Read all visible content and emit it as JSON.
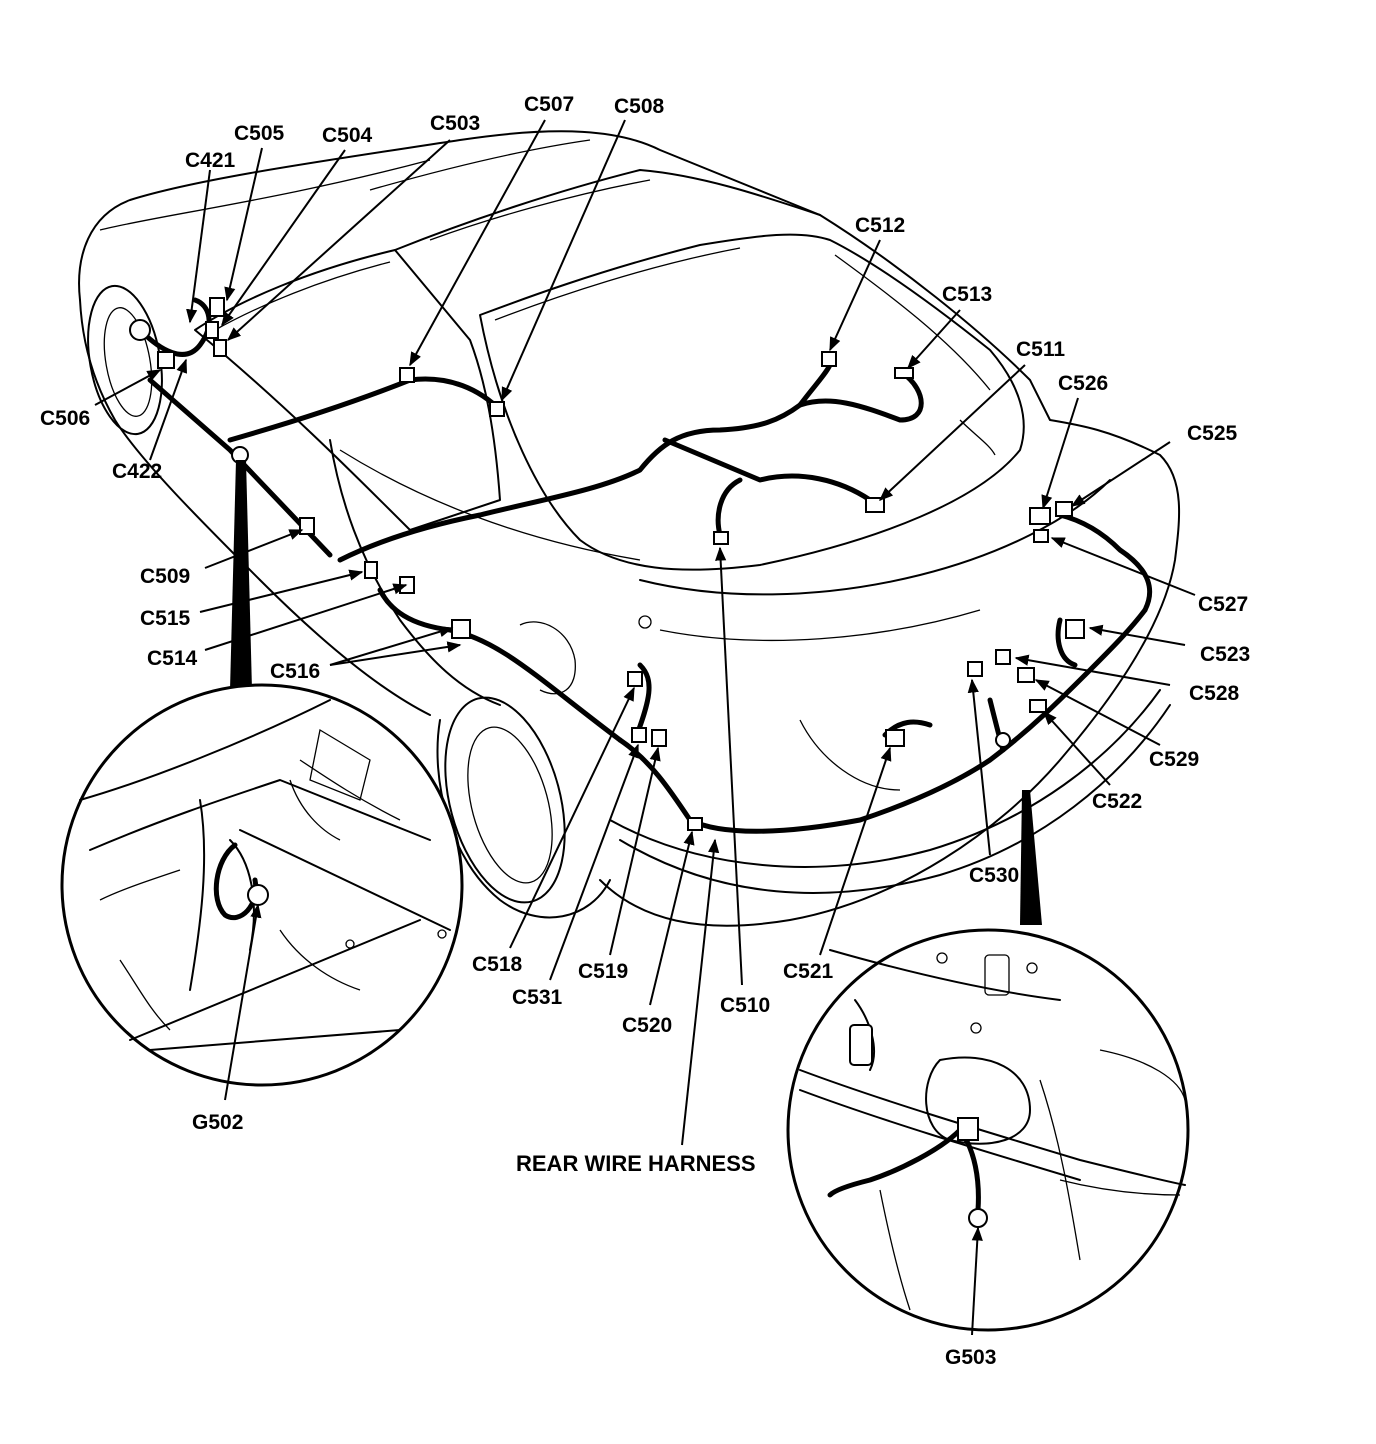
{
  "labels": {
    "c421": "C421",
    "c505": "C505",
    "c504": "C504",
    "c503": "C503",
    "c507": "C507",
    "c508": "C508",
    "c512": "C512",
    "c513": "C513",
    "c511": "C511",
    "c526": "C526",
    "c525": "C525",
    "c506": "C506",
    "c422": "C422",
    "c509": "C509",
    "c515": "C515",
    "c514": "C514",
    "c516": "C516",
    "c527": "C527",
    "c523": "C523",
    "c528": "C528",
    "c529": "C529",
    "c522": "C522",
    "c530": "C530",
    "c518": "C518",
    "c531": "C531",
    "c519": "C519",
    "c520": "C520",
    "c510": "C510",
    "c521": "C521",
    "g502": "G502",
    "g503": "G503",
    "rear_wire_harness": "REAR WIRE HARNESS"
  }
}
